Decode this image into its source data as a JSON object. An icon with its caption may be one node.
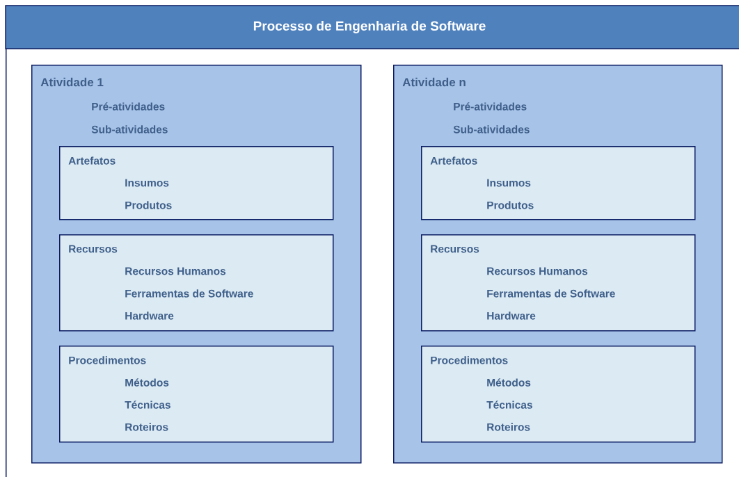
{
  "diagram": {
    "nodes": [
      {
        "text": [
          "Processo de Engenharia de Software"
        ]
      },
      {
        "text": [
          "Atividade 1",
          "Pré-atividades",
          "Sub-atividades"
        ],
        "in": 0
      },
      {
        "text": [
          "Artefatos",
          "Insumos",
          "Produtos"
        ],
        "in": 1
      },
      {
        "text": [
          "Recursos",
          "Recursos Humanos",
          "Ferramentas de Software",
          "Hardware"
        ],
        "in": 1
      },
      {
        "text": [
          "Procedimentos",
          "Métodos",
          "Técnicas",
          "Roteiros"
        ],
        "in": 1
      },
      {
        "text": [
          "Atividade n",
          "Pré-atividades",
          "Sub-atividades"
        ],
        "in": 0
      },
      {
        "text": [
          "Artefatos",
          "Insumos",
          "Produtos"
        ],
        "in": 5
      },
      {
        "text": [
          "Recursos",
          "Recursos Humanos",
          "Ferramentas de Software",
          "Hardware"
        ],
        "in": 5
      },
      {
        "text": [
          "Procedimentos",
          "Métodos",
          "Técnicas",
          "Roteiros"
        ],
        "in": 5
      }
    ]
  }
}
